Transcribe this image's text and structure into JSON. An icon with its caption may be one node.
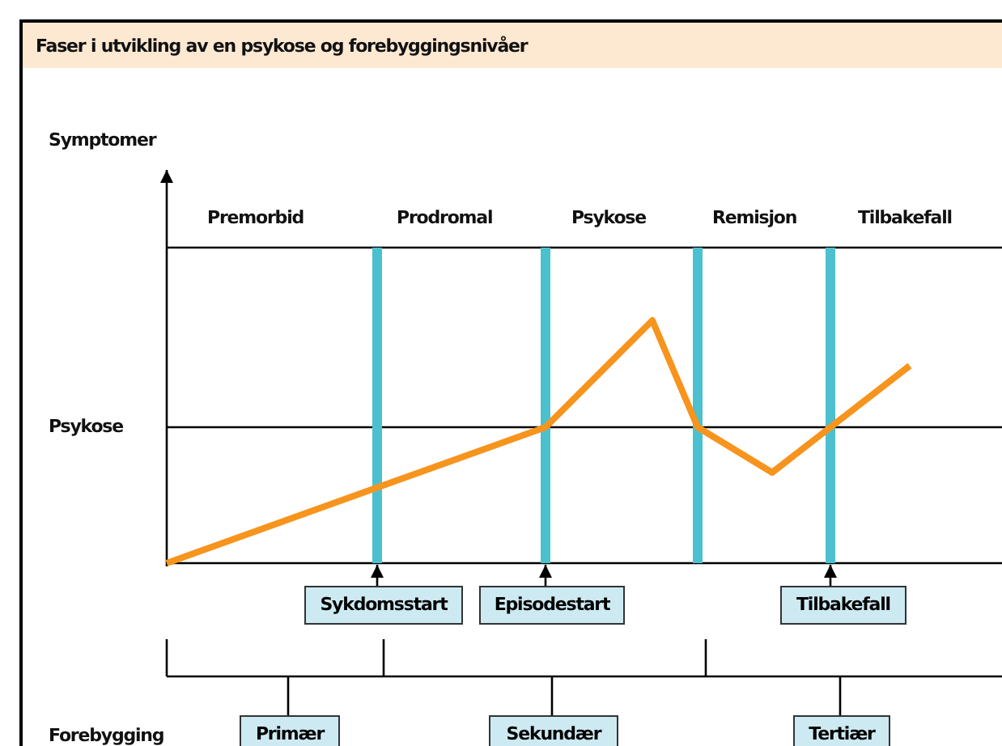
{
  "diagram": {
    "title": "Faser i utvikling av en psykose og forebyggingsnivåer",
    "nodes": [
      {
        "text": [],
        "shape": "bar"
      },
      {
        "text": [],
        "shape": "bar"
      },
      {
        "text": [],
        "shape": "bar"
      },
      {
        "text": [],
        "shape": "bar"
      },
      {
        "text": [
          "Sykdomsstart"
        ]
      },
      {
        "text": [
          "Episodestart"
        ]
      },
      {
        "text": [
          "Tilbakefall"
        ]
      },
      {
        "text": [],
        "shape": "bracket"
      },
      {
        "text": [
          "Primær"
        ]
      },
      {
        "text": [
          "Sekundær"
        ]
      },
      {
        "text": [
          "Tertiær"
        ]
      }
    ],
    "edges": [
      {
        "from": 4,
        "to": 0,
        "arrow": "to"
      },
      {
        "from": 5,
        "to": 1,
        "arrow": "to"
      },
      {
        "from": 6,
        "to": 3,
        "arrow": "to"
      },
      {
        "from": 7,
        "to": 8,
        "arrow": "none"
      },
      {
        "from": 7,
        "to": 9,
        "arrow": "none"
      },
      {
        "from": 7,
        "to": 10,
        "arrow": "none"
      }
    ],
    "labels": [
      "Symptomer",
      "Premorbid",
      "Prodromal",
      "Psykose",
      "Remisjon",
      "Tilbakefall",
      "Psykose",
      "Forebygging"
    ]
  }
}
